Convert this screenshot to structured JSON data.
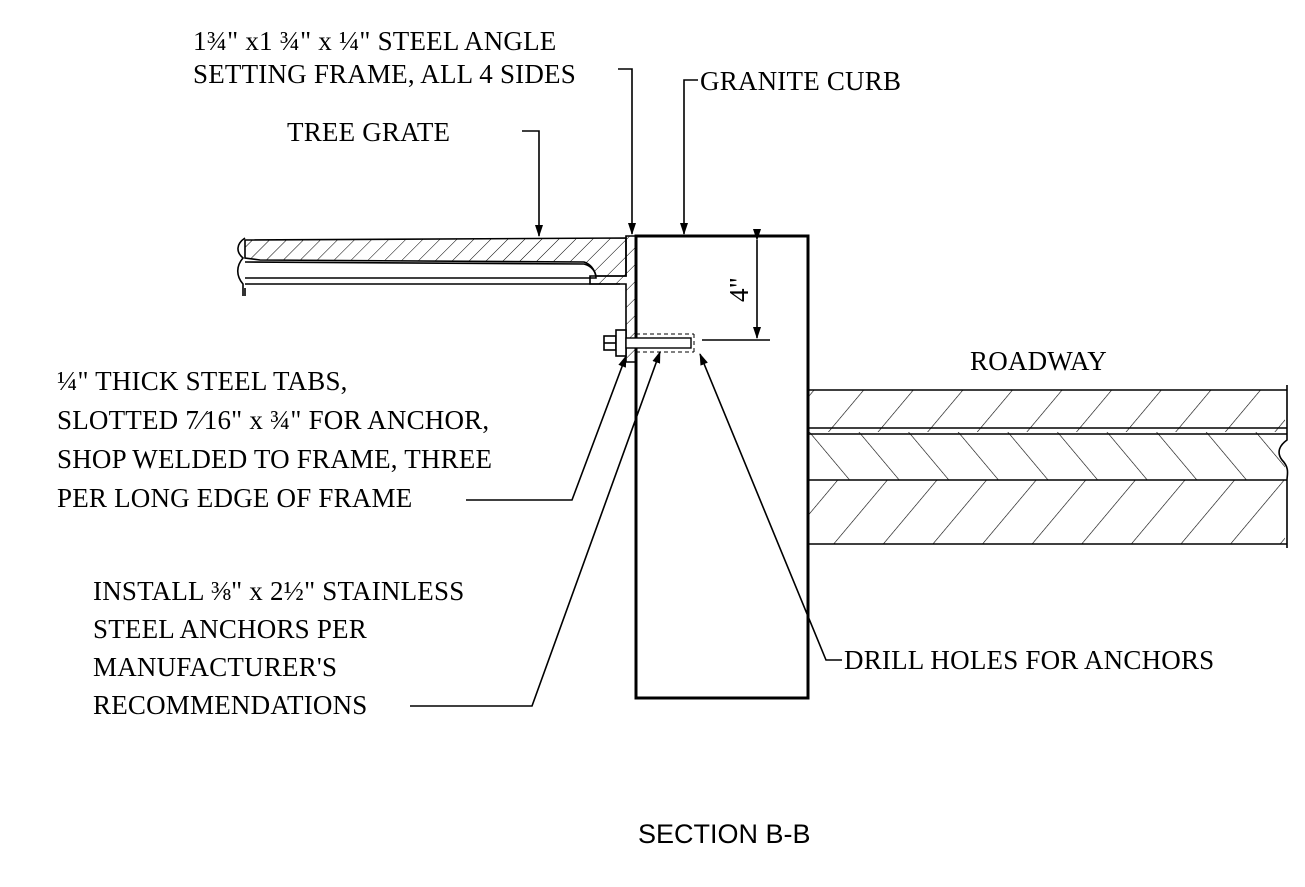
{
  "title": "SECTION B-B",
  "labels": {
    "frame": {
      "line1": "1¾\" x1 ¾\" x ¼\" STEEL ANGLE",
      "line2": "SETTING FRAME, ALL 4 SIDES"
    },
    "curb": "GRANITE CURB",
    "grate": "TREE GRATE",
    "roadway": "ROADWAY",
    "dimension": "4\"",
    "tabs": {
      "line1": "¼\" THICK STEEL TABS,",
      "line2": "SLOTTED 7⁄16\" x ¾\" FOR ANCHOR,",
      "line3": "SHOP WELDED TO FRAME, THREE",
      "line4": "PER LONG EDGE OF FRAME"
    },
    "anchors": {
      "line1": "INSTALL  ⅜\" x 2½\" STAINLESS",
      "line2": "STEEL ANCHORS PER",
      "line3": "MANUFACTURER'S",
      "line4": "RECOMMENDATIONS"
    },
    "drill": "DRILL HOLES FOR ANCHORS"
  }
}
